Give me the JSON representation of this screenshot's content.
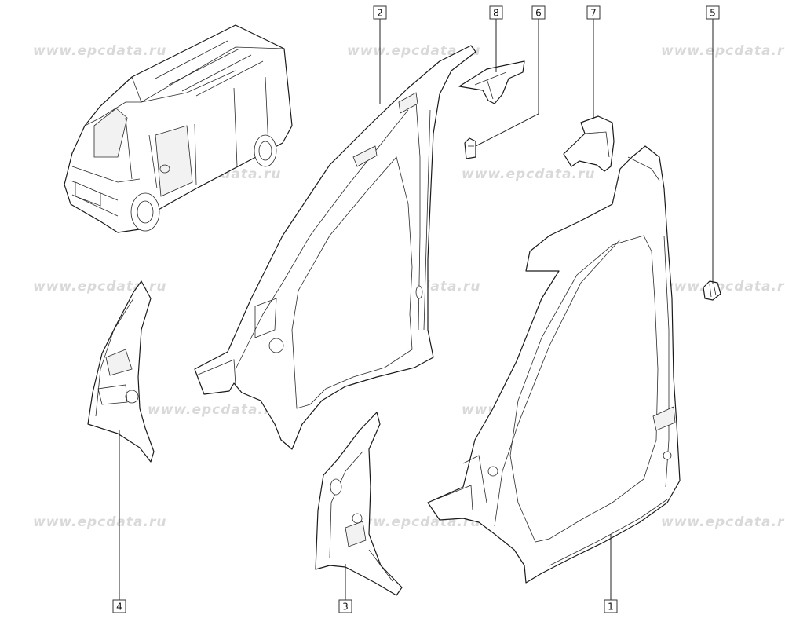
{
  "watermark": {
    "text": "www.epcdata.ru"
  },
  "callouts": [
    {
      "number": "1"
    },
    {
      "number": "2"
    },
    {
      "number": "3"
    },
    {
      "number": "4"
    },
    {
      "number": "5"
    },
    {
      "number": "6"
    },
    {
      "number": "7"
    },
    {
      "number": "8"
    }
  ]
}
